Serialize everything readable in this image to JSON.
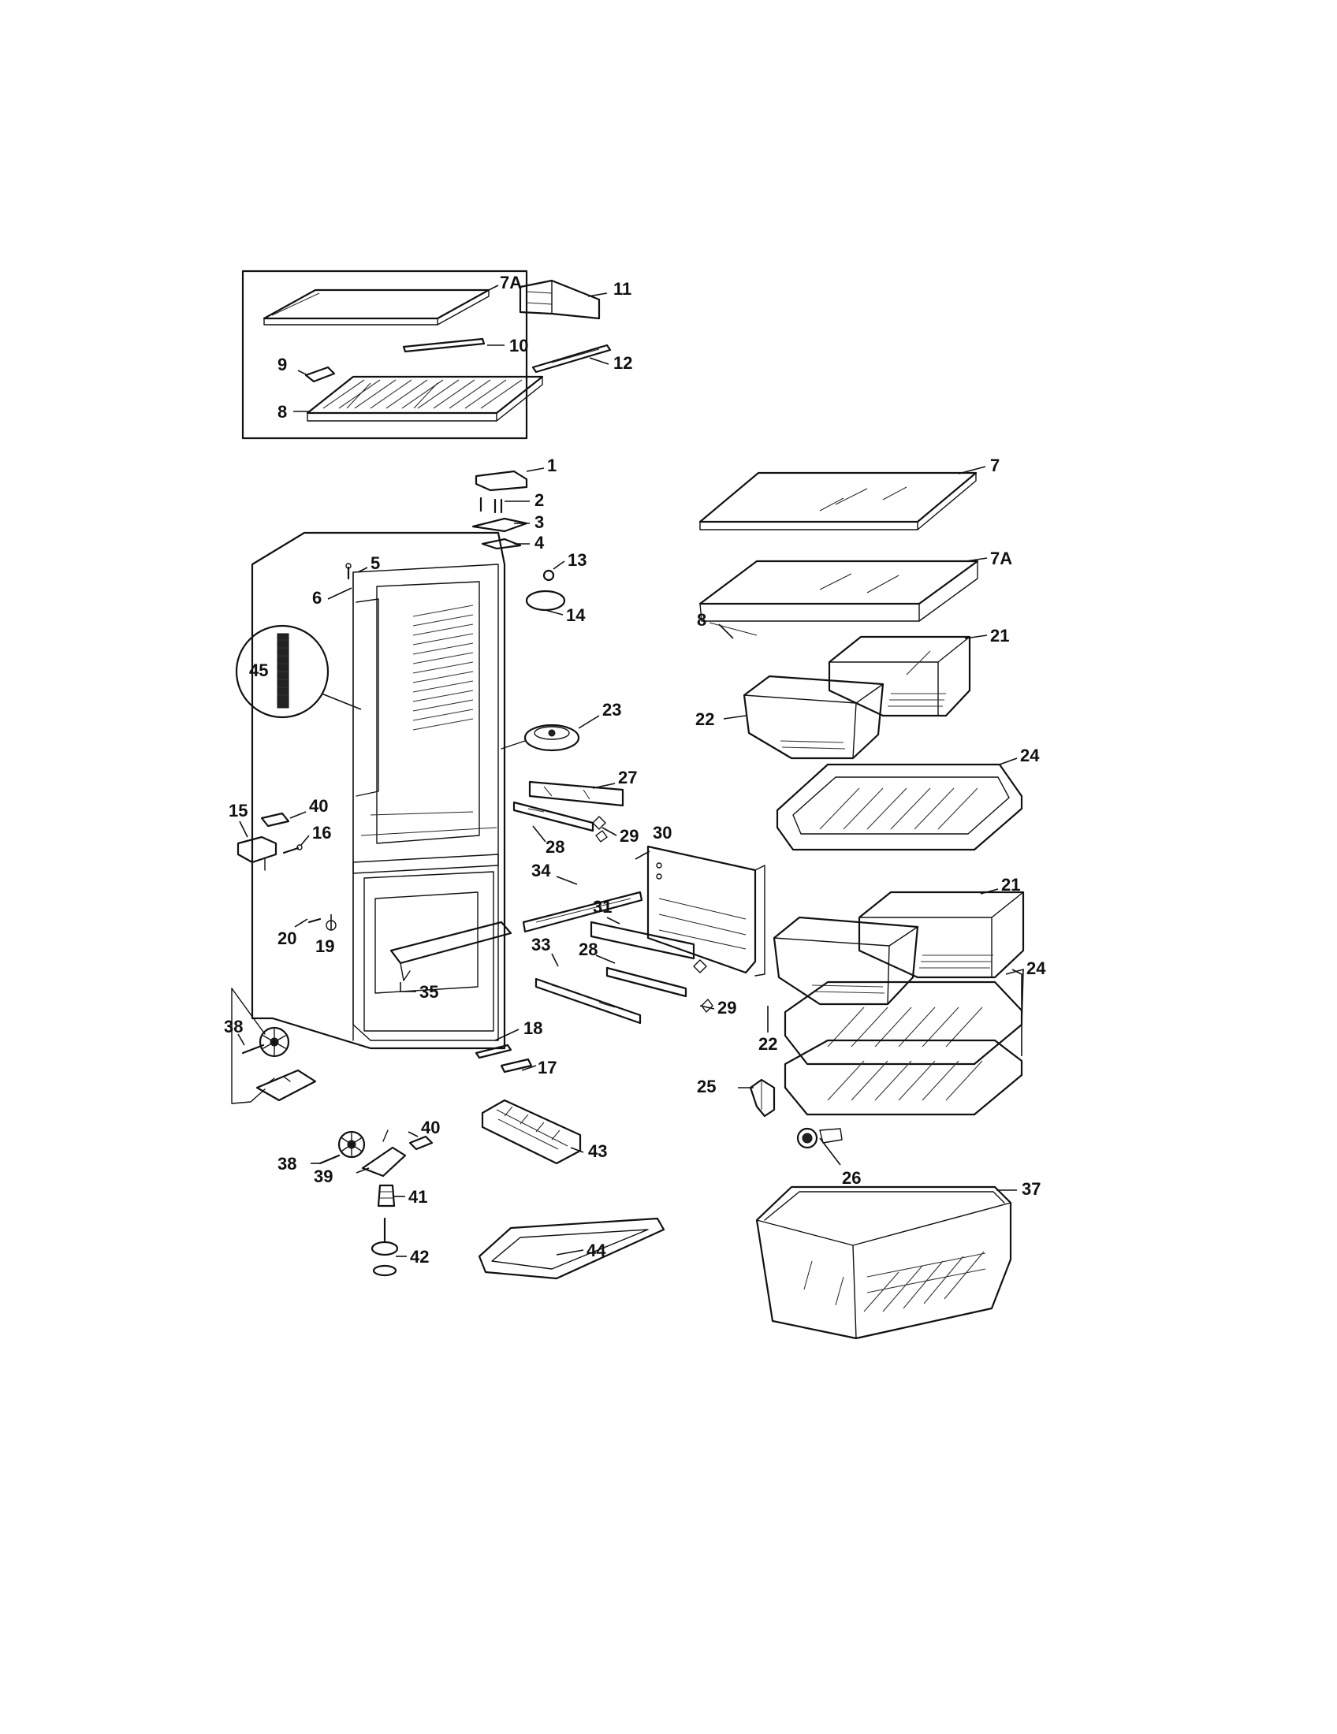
{
  "part_labels": {
    "p1": "1",
    "p2": "2",
    "p3": "3",
    "p4": "4",
    "p5": "5",
    "p6": "6",
    "p7": "7",
    "p7a_top": "7A",
    "p7a_right": "7A",
    "p8_top": "8",
    "p8_right": "8",
    "p9": "9",
    "p10": "10",
    "p11": "11",
    "p12": "12",
    "p13": "13",
    "p14": "14",
    "p15": "15",
    "p16": "16",
    "p17": "17",
    "p18": "18",
    "p19": "19",
    "p20": "20",
    "p21_upper": "21",
    "p21_lower": "21",
    "p22_upper": "22",
    "p22_lower": "22",
    "p23": "23",
    "p24_upper": "24",
    "p24_lower": "24",
    "p25": "25",
    "p26": "26",
    "p27": "27",
    "p28_upper": "28",
    "p28_lower": "28",
    "p29_upper": "29",
    "p29_lower": "29",
    "p30": "30",
    "p31": "31",
    "p33": "33",
    "p34": "34",
    "p35": "35",
    "p37": "37",
    "p38_upper": "38",
    "p38_lower": "38",
    "p39": "39",
    "p40_upper": "40",
    "p40_lower": "40",
    "p41": "41",
    "p42": "42",
    "p43": "43",
    "p44": "44",
    "p45": "45"
  }
}
